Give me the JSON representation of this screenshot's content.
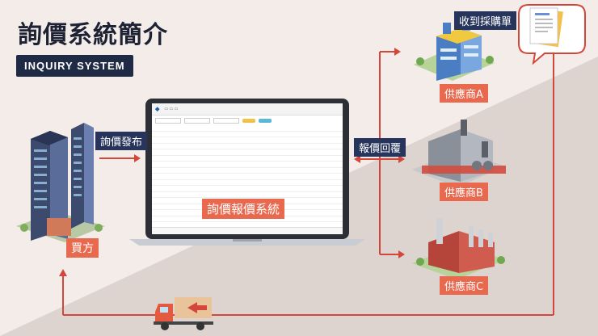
{
  "title": "詢價系統簡介",
  "badge": "INQUIRY SYSTEM",
  "labels": {
    "buyer": "買方",
    "publish": "詢價發布",
    "system": "詢價報價系統",
    "reply": "報價回覆",
    "receive_po": "收到採購單",
    "supplier_a": "供應商A",
    "supplier_b": "供應商B",
    "supplier_c": "供應商C"
  },
  "colors": {
    "accent": "#e9694f",
    "navy": "#27355c",
    "line": "#d2473a",
    "bg_light": "#f3ece9",
    "bg_dark": "#ddd3cf"
  },
  "icons": [
    "buyer-building-icon",
    "laptop-icon",
    "supplier-store-icon",
    "supplier-factory-icon",
    "supplier-plant-icon",
    "truck-icon",
    "document-icon",
    "speech-bubble-icon"
  ]
}
